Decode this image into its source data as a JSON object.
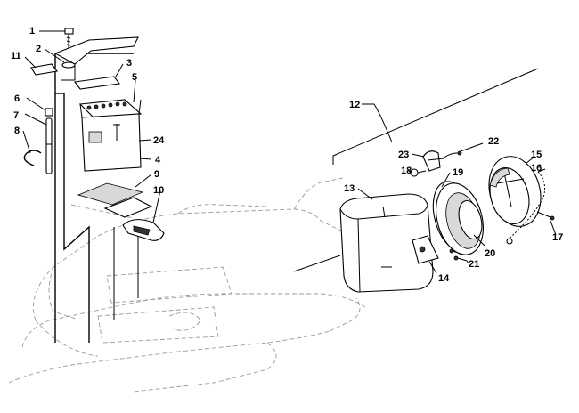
{
  "callouts": {
    "c1": "1",
    "c2": "2",
    "c3": "3",
    "c4": "4",
    "c5": "5",
    "c6": "6",
    "c7": "7",
    "c8": "8",
    "c9": "9",
    "c10": "10",
    "c11": "11",
    "c12": "12",
    "c13": "13",
    "c14": "14",
    "c15": "15",
    "c16": "16",
    "c17": "17",
    "c18": "18",
    "c19": "19",
    "c20": "20",
    "c21": "21",
    "c22": "22",
    "c23": "23",
    "c24": "24"
  },
  "colors": {
    "ink": "#000000",
    "ghost_outline": "#9a9a9a",
    "background": "#ffffff"
  }
}
